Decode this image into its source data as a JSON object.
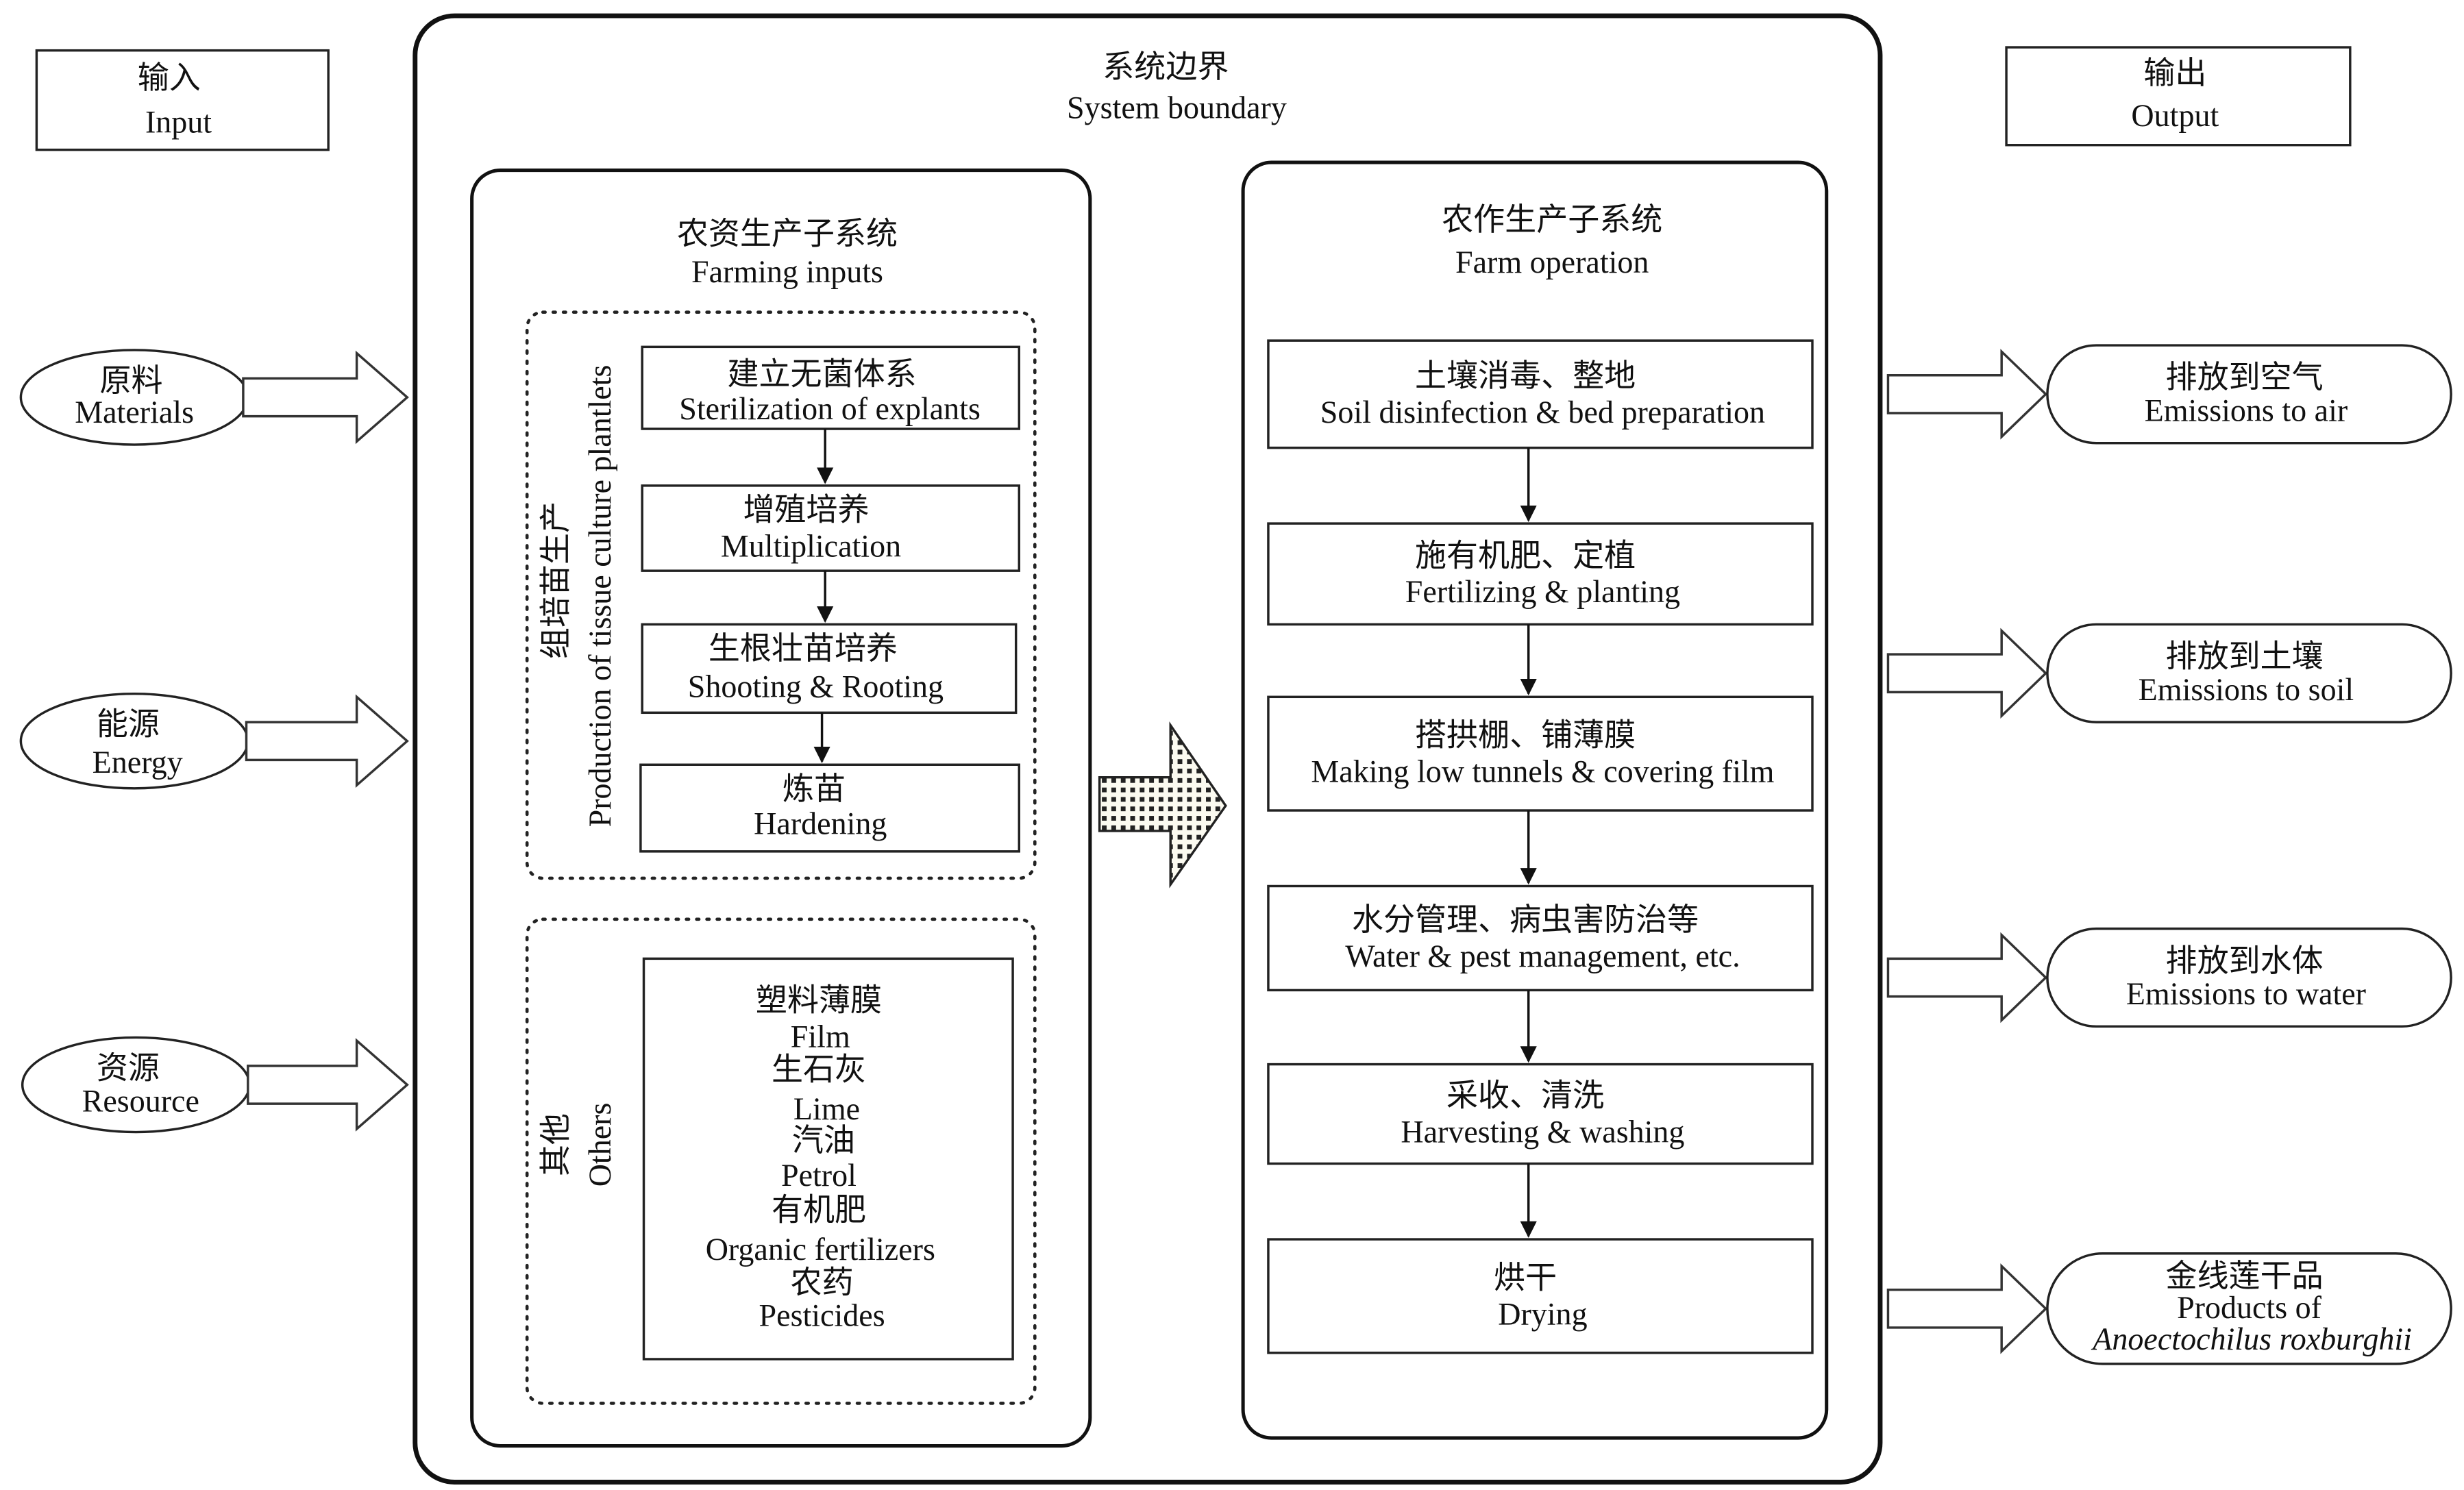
{
  "input": {
    "zh": "输入",
    "en": "Input"
  },
  "output": {
    "zh": "输出",
    "en": "Output"
  },
  "boundary": {
    "zh": "系统边界",
    "en": "System boundary"
  },
  "inputs_left": [
    {
      "zh": "原料",
      "en": "Materials"
    },
    {
      "zh": "能源",
      "en": "Energy"
    },
    {
      "zh": "资源",
      "en": "Resource"
    }
  ],
  "farming_inputs": {
    "zh": "农资生产子系统",
    "en": "Farming inputs",
    "tissue_group": {
      "zh": "组培苗生产",
      "en": "Production of tissue culture plantlets"
    },
    "steps": [
      {
        "zh": "建立无菌体系",
        "en": "Sterilization of explants"
      },
      {
        "zh": "增殖培养",
        "en": "Multiplication"
      },
      {
        "zh": "生根壮苗培养",
        "en": "Shooting & Rooting"
      },
      {
        "zh": "炼苗",
        "en": "Hardening"
      }
    ],
    "others_group": {
      "zh": "其他",
      "en": "Others"
    },
    "others": [
      "塑料薄膜",
      "Film",
      "生石灰",
      "Lime",
      "汽油",
      "Petrol",
      "有机肥",
      "Organic fertilizers",
      "农药",
      "Pesticides"
    ]
  },
  "farm_operation": {
    "zh": "农作生产子系统",
    "en": "Farm operation",
    "steps": [
      {
        "zh": "土壤消毒、整地",
        "en": "Soil disinfection & bed preparation"
      },
      {
        "zh": "施有机肥、定植",
        "en": "Fertilizing & planting"
      },
      {
        "zh": "搭拱棚、铺薄膜",
        "en": "Making low tunnels & covering film"
      },
      {
        "zh": "水分管理、病虫害防治等",
        "en": "Water & pest management, etc."
      },
      {
        "zh": "采收、清洗",
        "en": "Harvesting & washing"
      },
      {
        "zh": "烘干",
        "en": "Drying"
      }
    ]
  },
  "outputs_right": [
    {
      "zh": "排放到空气",
      "en": "Emissions to air"
    },
    {
      "zh": "排放到土壤",
      "en": "Emissions to soil"
    },
    {
      "zh": "排放到水体",
      "en": "Emissions to water"
    },
    {
      "zh": "金线莲干品",
      "en": "Products of",
      "en2": "Anoectochilus roxburghii"
    }
  ]
}
